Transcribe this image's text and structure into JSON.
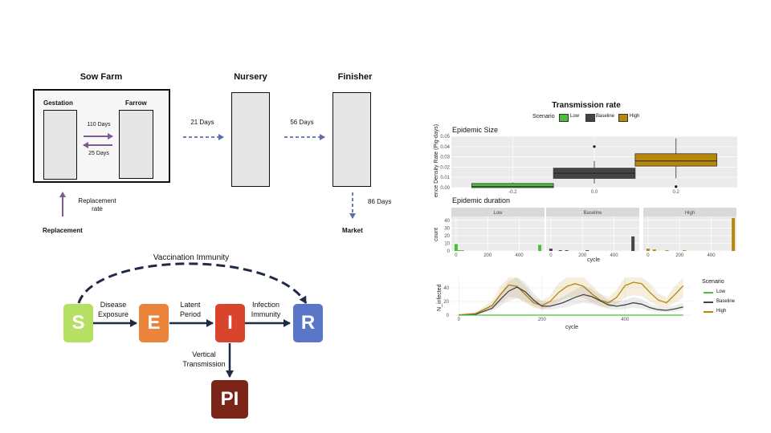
{
  "pipeline": {
    "sow_farm_title": "Sow Farm",
    "gestation_label": "Gestation",
    "farrow_label": "Farrow",
    "days_110": "110 Days",
    "days_25": "25 Days",
    "nursery_title": "Nursery",
    "finisher_title": "Finisher",
    "days_21": "21 Days",
    "days_56": "56 Days",
    "days_86": "86 Days",
    "replacement_rate": "Replacement\nrate",
    "replacement": "Replacement",
    "market": "Market",
    "colors": {
      "arrow_purple": "#7d5a92",
      "arrow_blue_dashed": "#5b6ea8",
      "box_fill": "#e6e6e6"
    }
  },
  "seir": {
    "vaccination_label": "Vaccination Immunity",
    "nodes": {
      "s": "S",
      "e": "E",
      "i": "I",
      "r": "R",
      "pi": "PI"
    },
    "disease_exposure": "Disease\nExposure",
    "latent_period": "Latent\nPeriod",
    "infection_immunity": "Infection\nImmunity",
    "vertical_transmission": "Vertical\nTransmission",
    "colors": {
      "s": "#b5e061",
      "e": "#e9843a",
      "i": "#d9452c",
      "r": "#5a76c9",
      "pi": "#7a2517"
    }
  },
  "charts": {
    "header_title": "Transmission rate",
    "legend_title": "Scenario",
    "scenario_names": {
      "low": "Low",
      "baseline": "Baseline",
      "high": "High"
    },
    "colors": {
      "low": "#4cbf3a",
      "baseline": "#444444",
      "high": "#b8860b"
    },
    "epidemic_size": {
      "title": "Epidemic Size",
      "ylabel": "ence Density Rate (Pig-days)",
      "yticks": [
        "0.00",
        "0.01",
        "0.02",
        "0.03",
        "0.04",
        "0.05"
      ],
      "xticks": [
        "-0.2",
        "0.0",
        "0.2"
      ]
    },
    "epidemic_duration": {
      "title": "Epidemic duration",
      "facet_labels": [
        "Low",
        "Baseline",
        "High"
      ],
      "yticks": [
        "0",
        "10",
        "20",
        "30",
        "40"
      ],
      "xticks": [
        "0",
        "200",
        "400"
      ],
      "ylabel": "count",
      "xlabel": "cycle"
    },
    "n_infected": {
      "ylabel": "N_infected",
      "yticks": [
        "0",
        "20",
        "40"
      ],
      "xticks": [
        "0",
        "200",
        "400"
      ],
      "xlabel": "cycle",
      "legend_title": "Scenario",
      "legend_items": [
        "Low",
        "Baseline",
        "High"
      ]
    }
  },
  "chart_data": [
    {
      "type": "box",
      "title": "Epidemic Size",
      "ylabel": "ence Density Rate (Pig-days)",
      "ylim": [
        0,
        0.05
      ],
      "xlim": [
        -0.35,
        0.35
      ],
      "series": [
        {
          "name": "Low",
          "x": [
            -0.3,
            -0.1
          ],
          "q1": 0.0,
          "median": 0.001,
          "q3": 0.004,
          "whisker_low": 0.0,
          "whisker_high": 0.005,
          "outliers": []
        },
        {
          "name": "Baseline",
          "x": [
            -0.1,
            0.1
          ],
          "q1": 0.009,
          "median": 0.014,
          "q3": 0.019,
          "whisker_low": 0.004,
          "whisker_high": 0.026,
          "outliers": [
            0.04
          ]
        },
        {
          "name": "High",
          "x": [
            0.1,
            0.3
          ],
          "q1": 0.021,
          "median": 0.026,
          "q3": 0.033,
          "whisker_low": 0.009,
          "whisker_high": 0.048,
          "outliers": [
            0.001
          ]
        }
      ]
    },
    {
      "type": "bar",
      "title": "Epidemic duration",
      "xlabel": "cycle",
      "ylabel": "count",
      "ylim": [
        0,
        45
      ],
      "xlim": [
        -30,
        560
      ],
      "facets": [
        {
          "name": "Low",
          "bins": [
            [
              0,
              9
            ],
            [
              10,
              1
            ],
            [
              20,
              1
            ],
            [
              40,
              1
            ],
            [
              530,
              8
            ]
          ]
        },
        {
          "name": "Baseline",
          "bins": [
            [
              0,
              3
            ],
            [
              60,
              1
            ],
            [
              100,
              1
            ],
            [
              230,
              1
            ],
            [
              520,
              19
            ]
          ]
        },
        {
          "name": "High",
          "bins": [
            [
              0,
              3
            ],
            [
              40,
              2
            ],
            [
              120,
              1
            ],
            [
              230,
              1
            ],
            [
              540,
              43
            ]
          ]
        }
      ]
    },
    {
      "type": "line",
      "xlabel": "cycle",
      "ylabel": "N_infected",
      "xlim": [
        -20,
        560
      ],
      "ylim": [
        0,
        55
      ],
      "series": [
        {
          "name": "Low",
          "x": [
            0,
            540
          ],
          "y": [
            0,
            0
          ]
        },
        {
          "name": "Baseline",
          "x": [
            0,
            40,
            80,
            100,
            120,
            140,
            160,
            180,
            200,
            220,
            250,
            280,
            300,
            320,
            340,
            360,
            380,
            400,
            420,
            440,
            460,
            480,
            500,
            520,
            540
          ],
          "y": [
            0,
            1,
            10,
            23,
            35,
            41,
            34,
            22,
            13,
            13,
            18,
            26,
            30,
            27,
            21,
            15,
            13,
            15,
            18,
            16,
            11,
            8,
            7,
            9,
            12
          ]
        },
        {
          "name": "High",
          "x": [
            0,
            40,
            80,
            100,
            120,
            140,
            160,
            180,
            200,
            220,
            240,
            260,
            280,
            300,
            320,
            340,
            360,
            380,
            400,
            420,
            440,
            460,
            480,
            500,
            520,
            540
          ],
          "y": [
            0,
            2,
            14,
            30,
            44,
            42,
            30,
            18,
            14,
            20,
            33,
            42,
            46,
            42,
            31,
            22,
            18,
            26,
            43,
            48,
            46,
            33,
            22,
            18,
            30,
            43
          ]
        }
      ]
    }
  ]
}
